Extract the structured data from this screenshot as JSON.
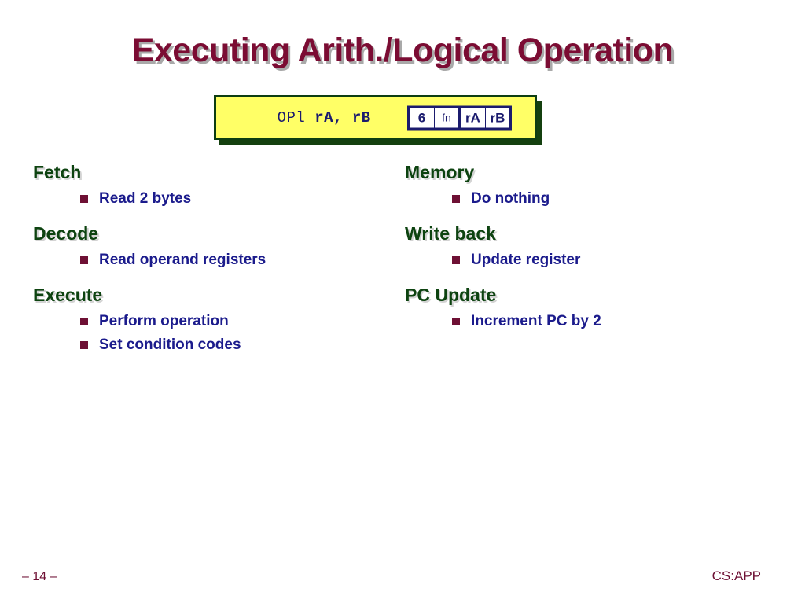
{
  "slide": {
    "title": "Executing Arith./Logical Operation",
    "page_number": "– 14 –",
    "brand": "CS:APP",
    "colors": {
      "title": "#7b0c33",
      "heading": "#0d4310",
      "bullet_text": "#1b1b8c",
      "bullet_marker": "#6e1034",
      "box_fill": "#ffff66",
      "box_border": "#0d3d12",
      "encoding_border": "#1b1b6e",
      "footer": "#6e1034"
    }
  },
  "instruction": {
    "mnemonic": "OPl",
    "operands": " rA, rB",
    "bytes": [
      {
        "cells": [
          {
            "text": "6",
            "style": "bold"
          },
          {
            "text": "fn",
            "style": "light"
          }
        ]
      },
      {
        "cells": [
          {
            "text": "rA",
            "style": "bold"
          },
          {
            "text": "rB",
            "style": "bold"
          }
        ]
      }
    ]
  },
  "stages": {
    "left": [
      {
        "name": "Fetch",
        "bullets": [
          "Read 2 bytes"
        ]
      },
      {
        "name": "Decode",
        "bullets": [
          "Read operand registers"
        ]
      },
      {
        "name": "Execute",
        "bullets": [
          "Perform operation",
          "Set condition codes"
        ]
      }
    ],
    "right": [
      {
        "name": "Memory",
        "bullets": [
          "Do nothing"
        ]
      },
      {
        "name": "Write back",
        "bullets": [
          "Update register"
        ]
      },
      {
        "name": "PC Update",
        "bullets": [
          "Increment PC by 2"
        ]
      }
    ]
  }
}
